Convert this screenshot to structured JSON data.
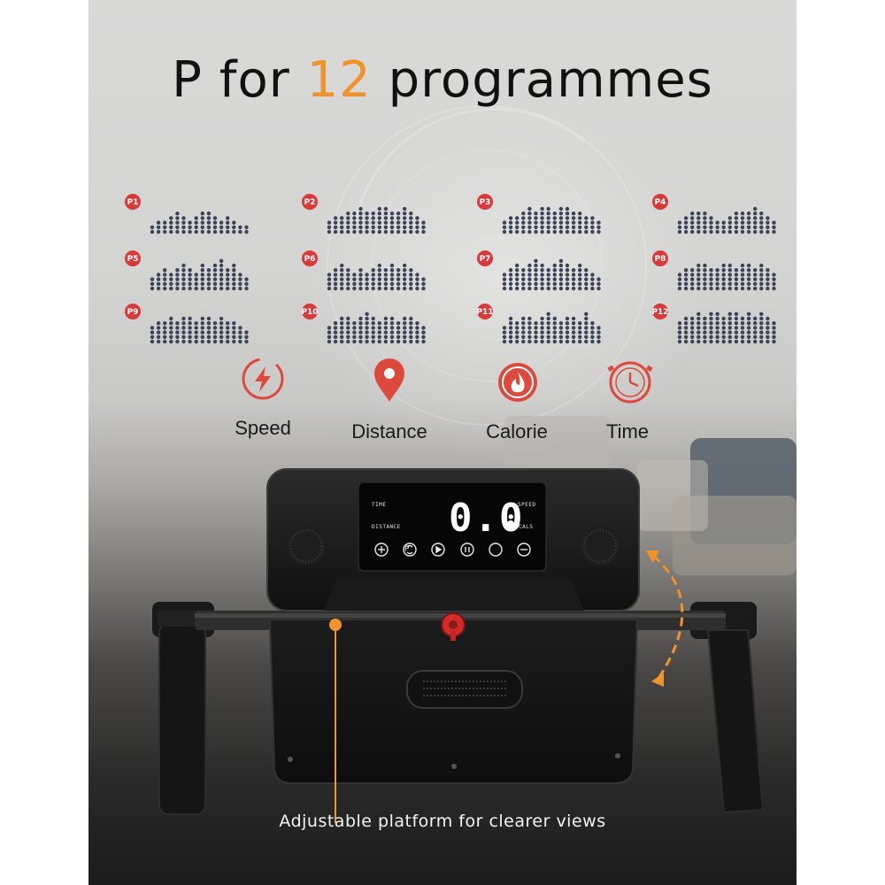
{
  "headline": {
    "prefix": "P for ",
    "accent": "12",
    "suffix": " programmes"
  },
  "programs": [
    {
      "label": "P1",
      "levels": [
        2,
        3,
        3,
        4,
        5,
        4,
        3,
        4,
        5,
        5,
        4,
        3,
        4,
        3,
        2,
        2
      ]
    },
    {
      "label": "P2",
      "levels": [
        3,
        4,
        4,
        5,
        5,
        6,
        5,
        5,
        6,
        6,
        5,
        5,
        6,
        5,
        4,
        3
      ]
    },
    {
      "label": "P3",
      "levels": [
        3,
        4,
        4,
        5,
        6,
        5,
        6,
        6,
        5,
        6,
        6,
        5,
        5,
        4,
        4,
        3
      ]
    },
    {
      "label": "P4",
      "levels": [
        3,
        4,
        5,
        5,
        5,
        4,
        3,
        3,
        4,
        5,
        5,
        5,
        6,
        5,
        4,
        3
      ]
    },
    {
      "label": "P5",
      "levels": [
        3,
        4,
        5,
        4,
        5,
        6,
        5,
        4,
        6,
        5,
        6,
        7,
        5,
        6,
        4,
        3
      ]
    },
    {
      "label": "P6",
      "levels": [
        4,
        5,
        6,
        5,
        4,
        5,
        4,
        5,
        6,
        5,
        6,
        5,
        6,
        5,
        4,
        3
      ]
    },
    {
      "label": "P7",
      "levels": [
        4,
        5,
        6,
        5,
        6,
        7,
        6,
        5,
        6,
        7,
        6,
        5,
        6,
        5,
        4,
        3
      ]
    },
    {
      "label": "P8",
      "levels": [
        4,
        5,
        5,
        6,
        6,
        5,
        5,
        6,
        6,
        5,
        6,
        6,
        5,
        6,
        5,
        4
      ]
    },
    {
      "label": "P9",
      "levels": [
        4,
        5,
        5,
        6,
        5,
        6,
        6,
        5,
        6,
        6,
        5,
        6,
        5,
        5,
        4,
        3
      ]
    },
    {
      "label": "P10",
      "levels": [
        4,
        5,
        6,
        6,
        5,
        6,
        7,
        6,
        5,
        6,
        6,
        5,
        6,
        6,
        5,
        4
      ]
    },
    {
      "label": "P11",
      "levels": [
        4,
        6,
        5,
        6,
        6,
        5,
        6,
        7,
        6,
        5,
        6,
        6,
        5,
        7,
        5,
        4
      ]
    },
    {
      "label": "P12",
      "levels": [
        5,
        6,
        6,
        7,
        6,
        7,
        7,
        6,
        7,
        7,
        6,
        7,
        6,
        7,
        6,
        5
      ]
    }
  ],
  "features": [
    {
      "icon": "lightning-icon",
      "label": "Speed"
    },
    {
      "icon": "location-pin-icon",
      "label": "Distance"
    },
    {
      "icon": "flame-icon",
      "label": "Calorie"
    },
    {
      "icon": "clock-icon",
      "label": "Time"
    }
  ],
  "display": {
    "value": "0.0",
    "label_time": "TIME",
    "label_speed": "SPEED",
    "label_distance": "DISTANCE",
    "label_cals": "CALS",
    "buttons": [
      "plus-button",
      "mode-button",
      "start-button",
      "pause-button",
      "program-button",
      "minus-button"
    ],
    "program_button_glyph": "P"
  },
  "caption": "Adjustable platform for clearer views",
  "colors": {
    "accent_orange": "#f0932b",
    "badge_red": "#d83a3a",
    "icon_red": "#dd4a3d",
    "dot_dark": "#3b4256"
  }
}
